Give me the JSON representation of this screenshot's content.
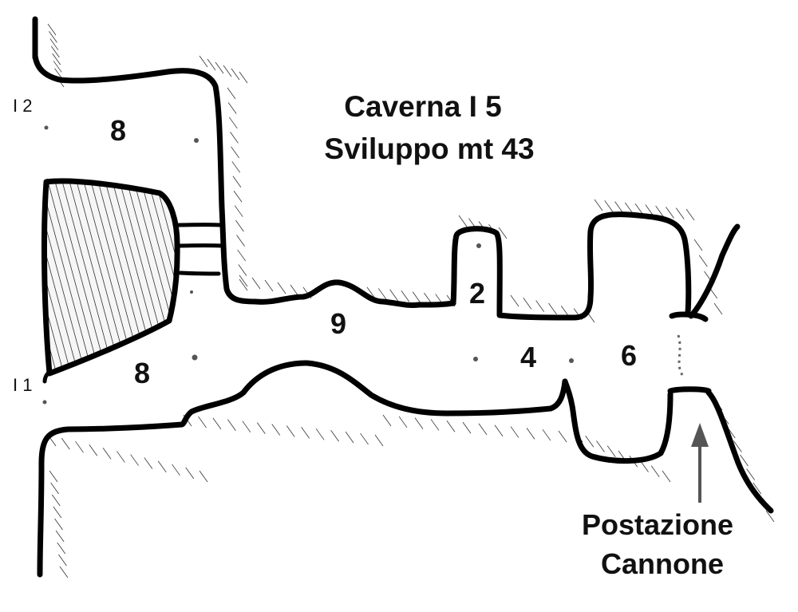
{
  "title": {
    "line1": "Caverna I 5",
    "line2": "Sviluppo mt 43"
  },
  "entrances": {
    "upper": "I 2",
    "lower": "I 1"
  },
  "depths": {
    "upper_left": "8",
    "lower_left": "8",
    "central": "9",
    "niche": "2",
    "passage": "4",
    "chamber": "6"
  },
  "annotation": {
    "line1": "Postazione",
    "line2": "Cannone"
  },
  "colors": {
    "ink": "#111111",
    "arrow": "#555555"
  }
}
